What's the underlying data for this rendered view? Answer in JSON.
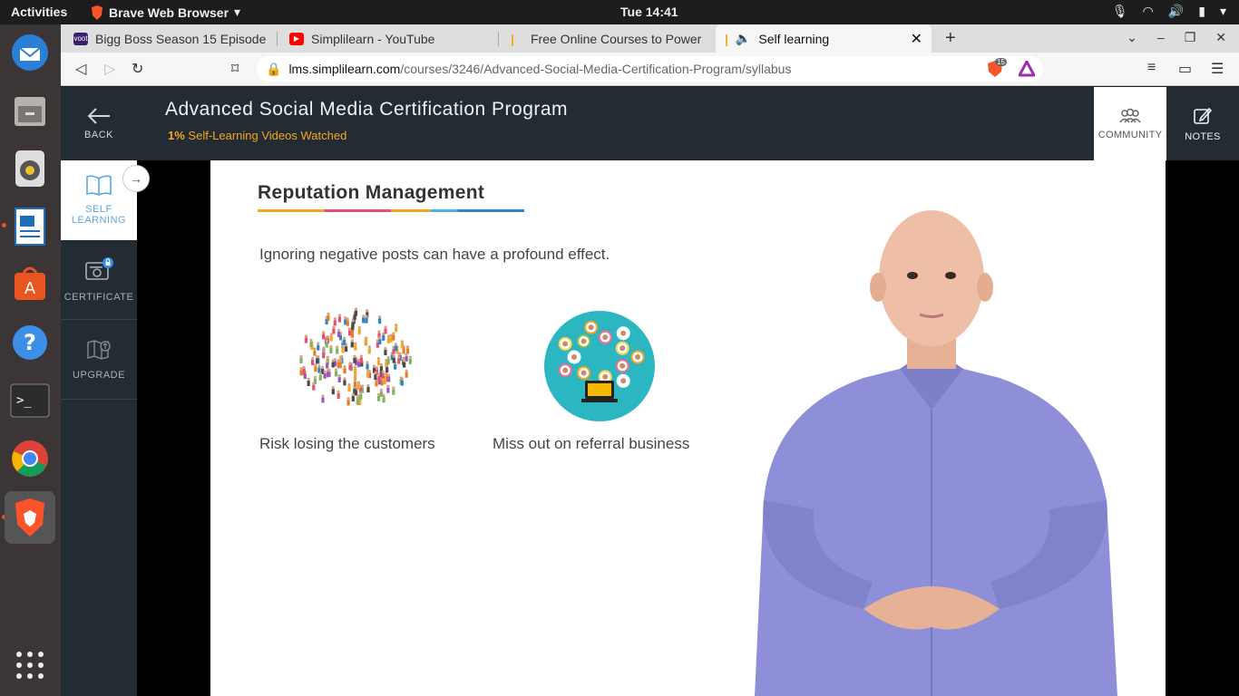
{
  "os": {
    "activities": "Activities",
    "app_name": "Brave Web Browser",
    "clock": "Tue 14:41"
  },
  "browser": {
    "tabs": [
      {
        "label": "Bigg Boss Season 15 Episode",
        "favicon_text": "voot"
      },
      {
        "label": "Simplilearn - YouTube"
      },
      {
        "label": "Free Online Courses to Power"
      },
      {
        "label": "Self learning"
      }
    ],
    "url_host": "lms.simplilearn.com",
    "url_path": "/courses/3246/Advanced-Social-Media-Certification-Program/syllabus",
    "shield_count": "15"
  },
  "header": {
    "back_label": "BACK",
    "course_title": "Advanced Social Media Certification Program",
    "progress_percent": "1%",
    "progress_label": "Self-Learning Videos Watched",
    "community_label": "COMMUNITY",
    "notes_label": "NOTES"
  },
  "sidebar": {
    "items": [
      {
        "line1": "SELF",
        "line2": "LEARNING"
      },
      {
        "line1": "CERTIFICATE"
      },
      {
        "line1": "UPGRADE"
      }
    ]
  },
  "slide": {
    "heading": "Reputation Management",
    "subtitle": "Ignoring negative posts can have a profound effect.",
    "points": [
      {
        "caption": "Risk losing the customers"
      },
      {
        "caption": "Miss out on referral business"
      }
    ]
  },
  "colors": {
    "header_bg": "#232b33",
    "accent_orange": "#f5a623",
    "accent_blue": "#5aa6e0",
    "network_circle": "#2bb6c2",
    "shirt": "#8e8fd8"
  }
}
